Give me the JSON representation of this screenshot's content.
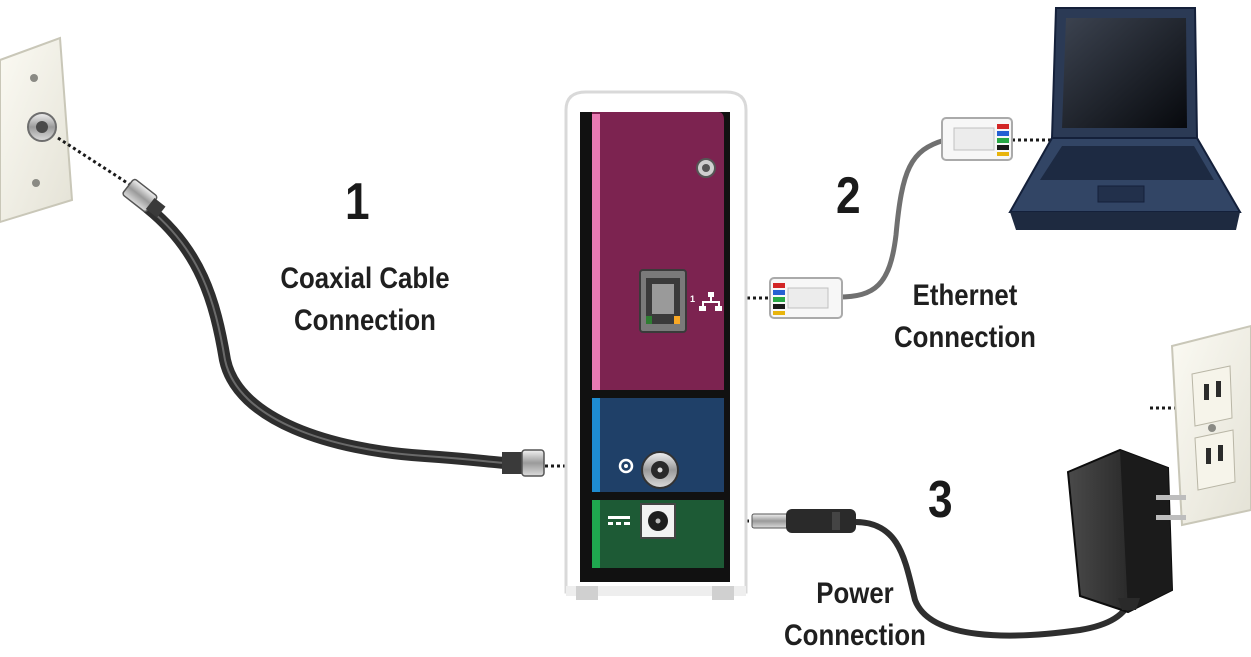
{
  "steps": [
    {
      "number": "1",
      "line1": "Coaxial Cable",
      "line2": "Connection"
    },
    {
      "number": "2",
      "line1": "Ethernet",
      "line2": "Connection"
    },
    {
      "number": "3",
      "line1": "Power",
      "line2": "Connection"
    }
  ],
  "modem": {
    "ethernet_port_number": "1"
  },
  "colors": {
    "modem_top_panel": "#7c2350",
    "modem_mid_panel": "#1f4068",
    "modem_bottom_panel": "#1d5a35",
    "accent_pink": "#e87ab2",
    "accent_blue": "#1e8bd0",
    "accent_green": "#1fa84f",
    "cable": "#2e2e2e",
    "laptop_body": "#2b3a55"
  },
  "icons": [
    "wall-coax-outlet-icon",
    "coax-connector-icon",
    "laptop-icon",
    "ethernet-plug-icon",
    "power-outlet-icon",
    "power-adapter-icon",
    "power-plug-icon",
    "network-icon",
    "coax-symbol-icon",
    "dc-power-symbol-icon"
  ]
}
